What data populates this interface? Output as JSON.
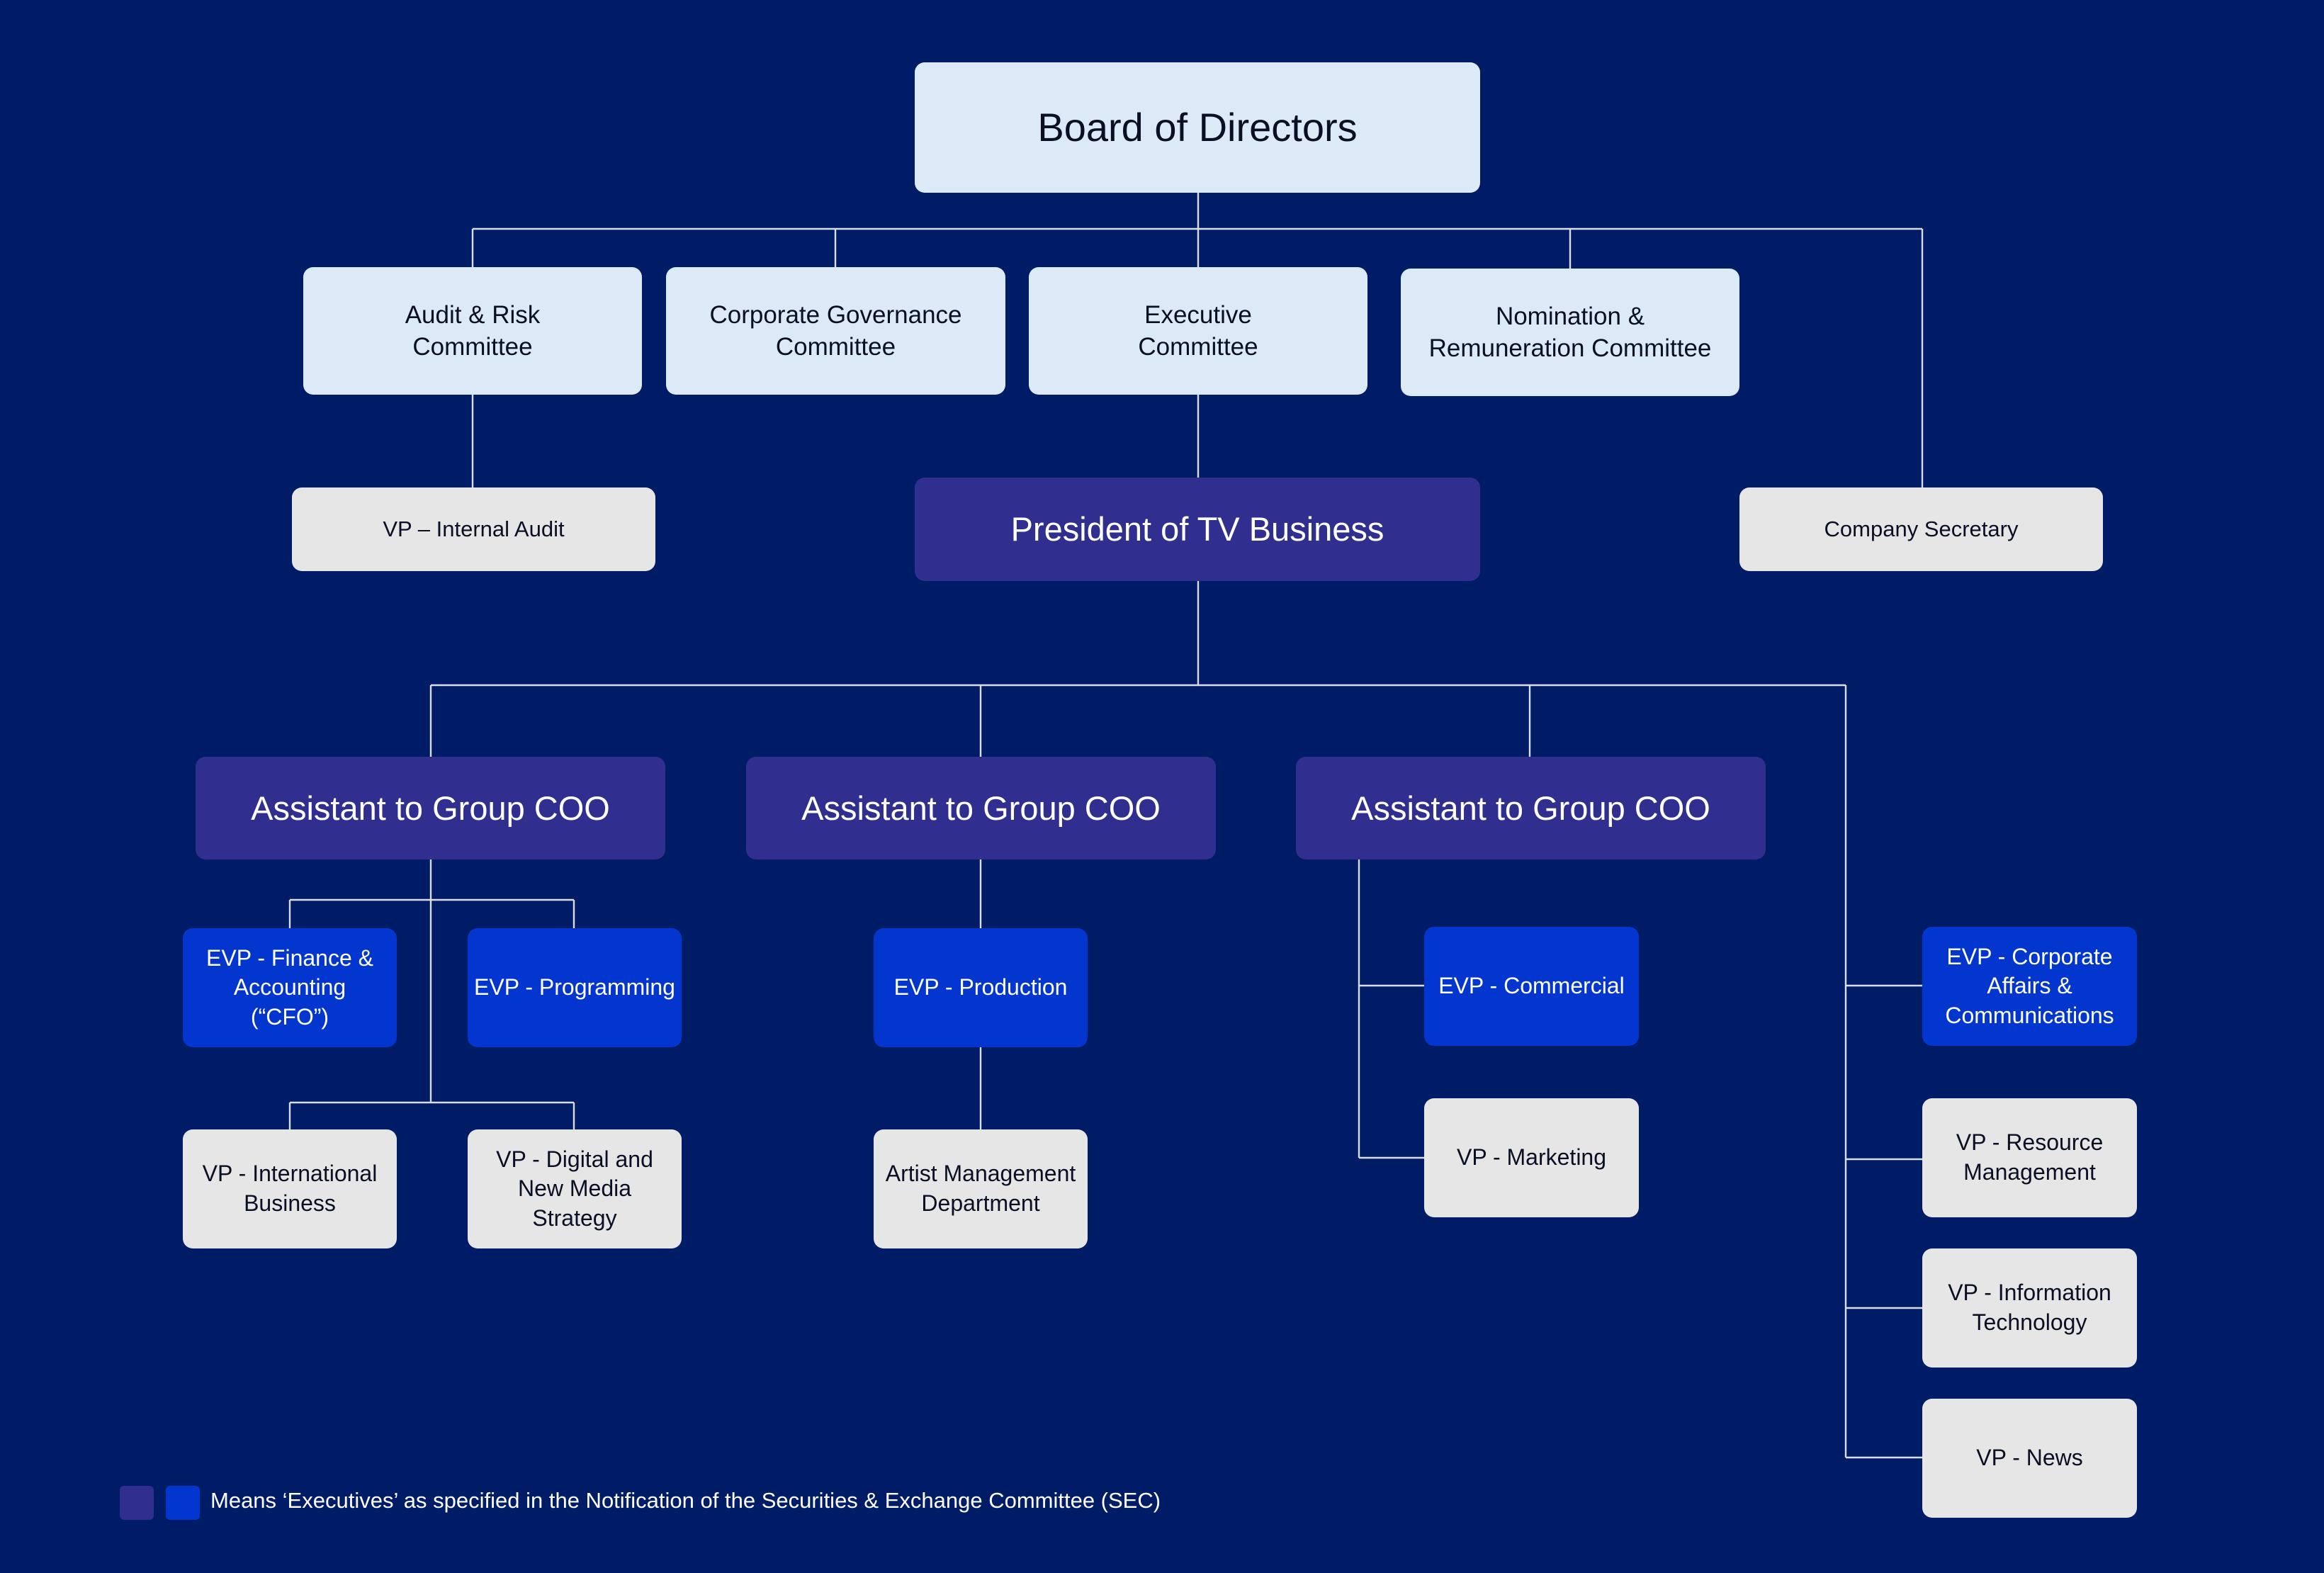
{
  "colors": {
    "background": "#011c66",
    "light_box": "#dce9f7",
    "gray_box": "#e6e6e6",
    "executive_box": "#302f8f",
    "evp_box": "#0336cf",
    "connector": "#d9dde8"
  },
  "board": {
    "label": "Board of Directors"
  },
  "committees": {
    "audit": "Audit & Risk\nCommittee",
    "governance": "Corporate Governance\nCommittee",
    "executive": "Executive\nCommittee",
    "nomination": "Nomination &\nRemuneration Committee"
  },
  "second_level": {
    "internal_audit": "VP – Internal Audit",
    "president": "President of TV Business",
    "secretary": "Company Secretary"
  },
  "coo": {
    "left": "Assistant to Group COO",
    "middle": "Assistant to Group COO",
    "right": "Assistant to Group COO"
  },
  "units": {
    "evp_finance": "EVP - Finance &\nAccounting\n(“CFO”)",
    "evp_programming": "EVP - Programming",
    "vp_international": "VP - International\nBusiness",
    "vp_digital": "VP - Digital and\nNew Media Strategy",
    "evp_production": "EVP - Production",
    "artist_management": "Artist Management\nDepartment",
    "evp_commercial": "EVP - Commercial",
    "vp_marketing": "VP - Marketing",
    "evp_corporate": "EVP - Corporate\nAffairs &\nCommunications",
    "vp_resource": "VP - Resource\nManagement",
    "vp_it": "VP - Information\nTechnology",
    "vp_news": "VP - News"
  },
  "legend": {
    "text": "Means ‘Executives’ as specified in the Notification of the Securities & Exchange Committee (SEC)"
  }
}
